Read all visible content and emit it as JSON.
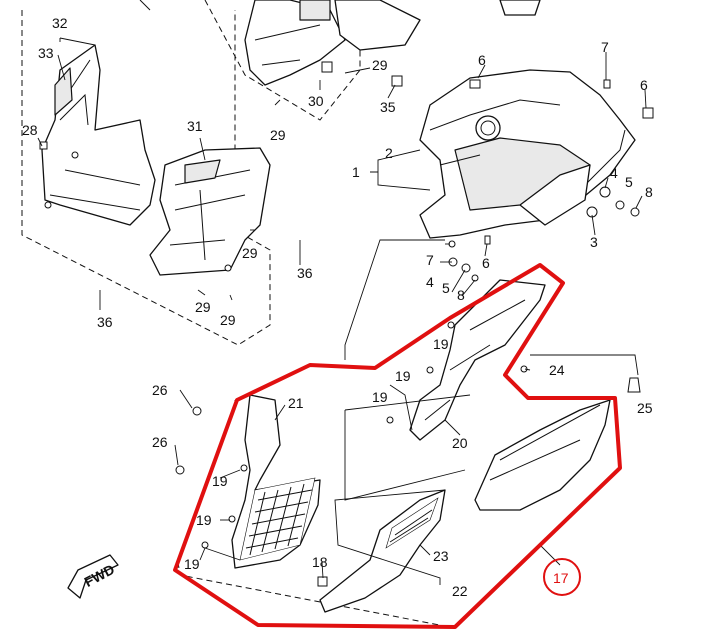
{
  "labels": {
    "l1": "1",
    "l2": "2",
    "l3": "3",
    "l4a": "4",
    "l4b": "4",
    "l5a": "5",
    "l5b": "5",
    "l6a": "6",
    "l6b": "6",
    "l6c": "6",
    "l7": "7",
    "l8a": "8",
    "l8b": "8",
    "l17": "17",
    "l18": "18",
    "l19a": "19",
    "l19b": "19",
    "l19c": "19",
    "l19d": "19",
    "l19e": "19",
    "l19f": "19",
    "l20": "20",
    "l21": "21",
    "l22": "22",
    "l23": "23",
    "l24": "24",
    "l25": "25",
    "l26a": "26",
    "l26b": "26",
    "l28": "28",
    "l29a": "29",
    "l29b": "29",
    "l29c": "29",
    "l29d": "29",
    "l29e": "29",
    "l30": "30",
    "l31": "31",
    "l32": "32",
    "l33": "33",
    "l35": "35",
    "l36a": "36",
    "l36b": "36"
  },
  "fwd": "FWD",
  "colors": {
    "highlight": "#e01010",
    "ink": "#111111"
  }
}
